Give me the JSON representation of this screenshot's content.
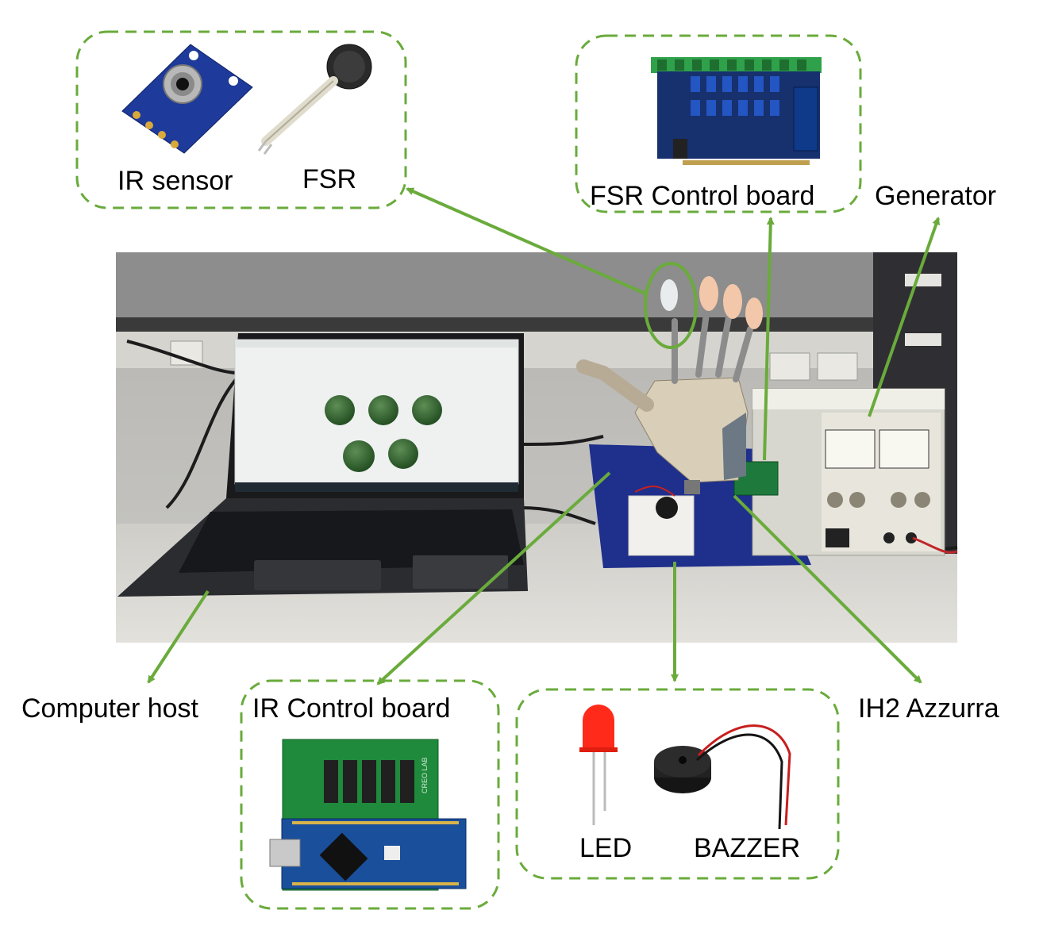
{
  "labels": {
    "ir_sensor": "IR sensor",
    "fsr": "FSR",
    "fsr_control_board": "FSR Control board",
    "generator": "Generator",
    "computer_host": "Computer host",
    "ir_control_board": "IR Control board",
    "ih2_azzurra": "IH2 Azzurra",
    "led": "LED",
    "bazzer": "BAZZER"
  },
  "ir_board_label": "CREO LAB",
  "colors": {
    "arrow": "#6aab3c",
    "dashed_border": "#6aab3c",
    "board_green": "#1f8a3b",
    "arduino_blue": "#1a4f9c",
    "felt_blue": "#1f2f8c",
    "led_red": "#ff2a1a"
  }
}
